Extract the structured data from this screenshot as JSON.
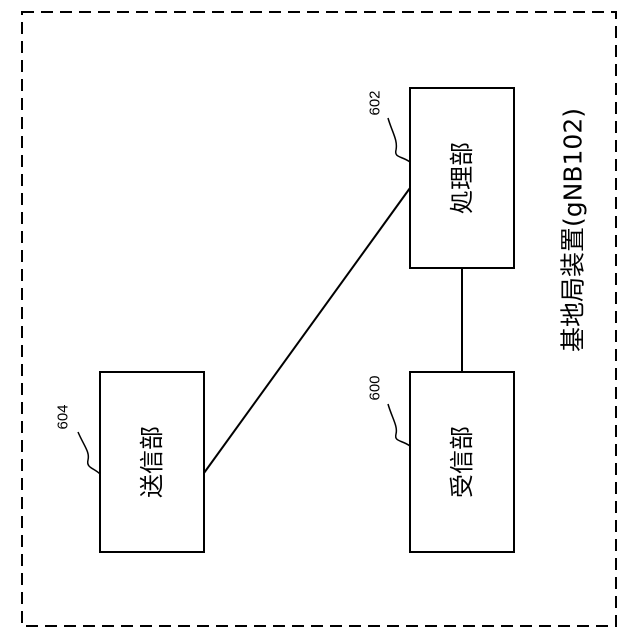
{
  "diagram": {
    "title": "基地局装置(gNB102)",
    "blocks": {
      "processing": {
        "label": "処理部",
        "ref": "602"
      },
      "receiving": {
        "label": "受信部",
        "ref": "600"
      },
      "transmitting": {
        "label": "送信部",
        "ref": "604"
      }
    }
  }
}
